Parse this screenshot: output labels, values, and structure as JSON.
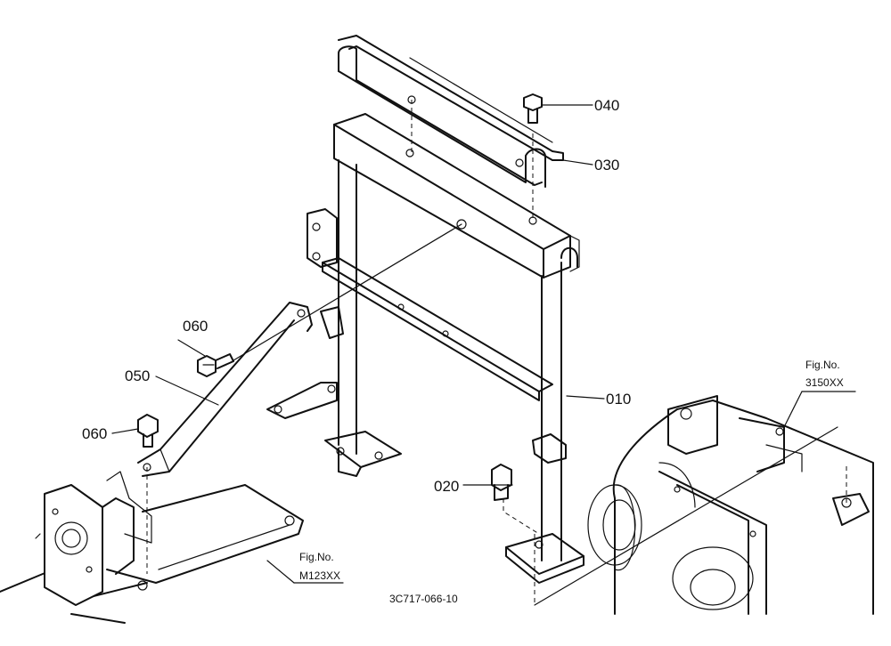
{
  "parts": [
    {
      "id": "p010",
      "label": "010"
    },
    {
      "id": "p020",
      "label": "020"
    },
    {
      "id": "p030",
      "label": "030"
    },
    {
      "id": "p040",
      "label": "040"
    },
    {
      "id": "p050",
      "label": "050"
    },
    {
      "id": "p060a",
      "label": "060"
    },
    {
      "id": "p060b",
      "label": "060"
    }
  ],
  "references": {
    "left": {
      "line1": "Fig.No.",
      "line2": "M123XX"
    },
    "right": {
      "line1": "Fig.No.",
      "line2": "3150XX"
    }
  },
  "drawing_number": "3C717-066-10"
}
